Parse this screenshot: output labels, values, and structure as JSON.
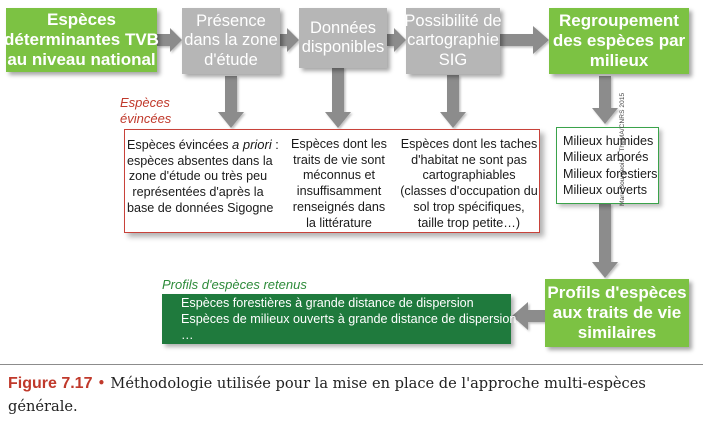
{
  "top_boxes": {
    "tvb": [
      "Espèces",
      "déterminantes TVB",
      "au niveau national"
    ],
    "presence": [
      "Présence",
      "dans la zone",
      "d'étude"
    ],
    "donnees": [
      "Données",
      "disponibles"
    ],
    "sig": [
      "Possibilité de",
      "cartographie",
      "SIG"
    ],
    "regroupement": [
      "Regroupement",
      "des espèces par",
      "milieux"
    ]
  },
  "evincees_label": [
    "Espèces",
    "évincées"
  ],
  "evincees": {
    "col1": [
      "Espèces évincées",
      "a priori",
      " :",
      "espèces absentes dans la",
      "zone d'étude ou très peu",
      "représentées d'après la",
      "base de données Sigogne"
    ],
    "col2": [
      "Espèces dont les",
      "traits de vie sont",
      "méconnus et",
      "insuffisamment",
      "renseignés dans",
      "la littérature"
    ],
    "col3": [
      "Espèces dont les taches",
      "d'habitat ne sont pas",
      "cartographiables",
      "(classes d'occupation du",
      "sol trop spécifiques,",
      "taille trop petite…)"
    ]
  },
  "milieux": [
    "Milieux humides",
    "Milieux arborés",
    "Milieux forestiers",
    "Milieux ouverts"
  ],
  "credit": "Marc Bourgeois – TheMA/CNRS 2015",
  "profils_label": "Profils d'espèces retenus",
  "profils": [
    "Espèces forestières à grande distance de dispersion",
    "Espèces de milieux ouverts à grande distance de dispersion",
    "…"
  ],
  "profils_box": [
    "Profils d'espèces",
    "aux traits de vie",
    "similaires"
  ],
  "caption": {
    "label": "Figure 7.17",
    "bullet": "•",
    "text": "Méthodologie utilisée pour la mise en place de l'approche multi-espèces générale."
  },
  "colors": {
    "green": "#7cc243",
    "grey": "#b6b6b6",
    "arrow": "#8c8c8c",
    "red_border": "#c8423a",
    "red_text": "#c0392b",
    "dark_green": "#1f7a3d",
    "profil_label": "#2e8b3a",
    "caption_label": "#c0392b"
  }
}
